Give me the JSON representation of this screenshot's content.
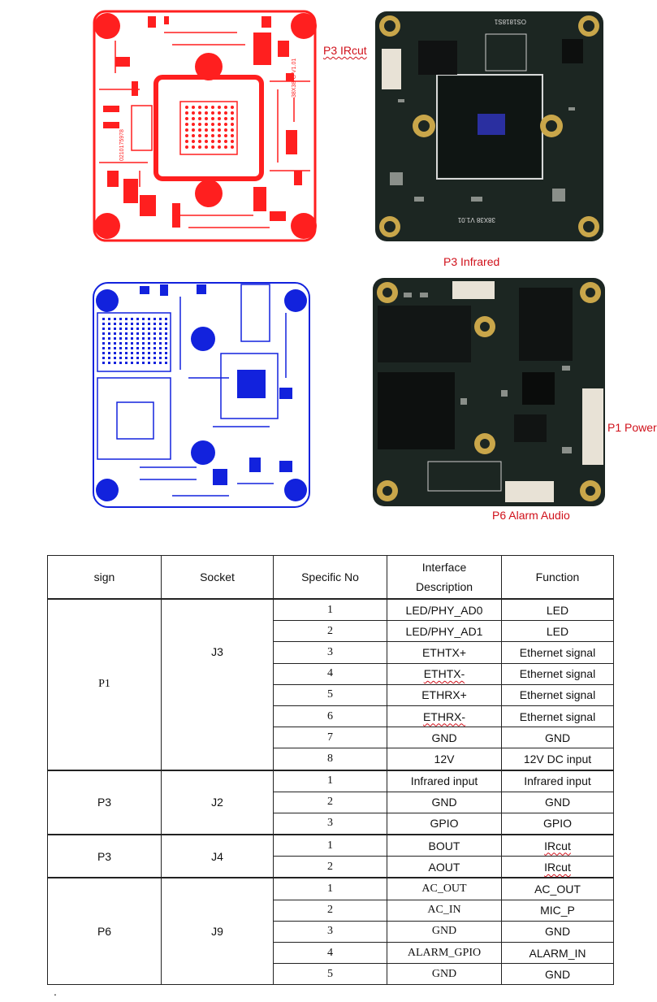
{
  "callouts": {
    "p3_ircut": "P3 IRcut",
    "p3_infrared": "P3 Infrared",
    "p1_power": "P1 Power",
    "p6_alarm_audio": "P6 Alarm Audio"
  },
  "board_marks": {
    "red_side_text": "0210175978",
    "red_top_text": "38X38-G V1.01",
    "pcb1_top_text": "OS1818S1",
    "pcb1_bottom_text": "38X38 V1.01"
  },
  "colors": {
    "red_layout": "#ff1f1f",
    "blue_layout": "#1222dd",
    "pcb_board": "#1c2622",
    "callout_text": "#d0101a"
  },
  "table": {
    "headers": {
      "sign": "sign",
      "socket": "Socket",
      "specific_no": "Specific No",
      "interface_line1": "Interface",
      "interface_line2": "Description",
      "function": "Function"
    },
    "groups": [
      {
        "sign": "P1",
        "socket": "J3",
        "rows": [
          {
            "no": "1",
            "interface": "LED/PHY_AD0",
            "function": "LED"
          },
          {
            "no": "2",
            "interface": "LED/PHY_AD1",
            "function": "LED"
          },
          {
            "no": "3",
            "interface": "ETHTX+",
            "function": "Ethernet signal"
          },
          {
            "no": "4",
            "interface": "ETHTX-",
            "function": "Ethernet signal"
          },
          {
            "no": "5",
            "interface": "ETHRX+",
            "function": "Ethernet signal"
          },
          {
            "no": "6",
            "interface": "ETHRX-",
            "function": "Ethernet signal"
          },
          {
            "no": "7",
            "interface": "GND",
            "function": "GND"
          },
          {
            "no": "8",
            "interface": "12V",
            "function": "12V DC input"
          }
        ]
      },
      {
        "sign": "P3",
        "socket": "J2",
        "rows": [
          {
            "no": "1",
            "interface": "Infrared input",
            "function": "Infrared input"
          },
          {
            "no": "2",
            "interface": "GND",
            "function": "GND"
          },
          {
            "no": "3",
            "interface": "GPIO",
            "function": "GPIO"
          }
        ]
      },
      {
        "sign": "P3",
        "socket": "J4",
        "rows": [
          {
            "no": "1",
            "interface": "BOUT",
            "function": "IRcut"
          },
          {
            "no": "2",
            "interface": "AOUT",
            "function": "IRcut"
          }
        ]
      },
      {
        "sign": "P6",
        "socket": "J9",
        "rows": [
          {
            "no": "1",
            "interface": "AC_OUT",
            "function": "AC_OUT"
          },
          {
            "no": "2",
            "interface": "AC_IN",
            "function": "MIC_P"
          },
          {
            "no": "3",
            "interface": "GND",
            "function": "GND"
          },
          {
            "no": "4",
            "interface": "ALARM_GPIO",
            "function": "ALARM_IN"
          },
          {
            "no": "5",
            "interface": "GND",
            "function": "GND"
          }
        ]
      }
    ],
    "trailing_mark": "."
  }
}
